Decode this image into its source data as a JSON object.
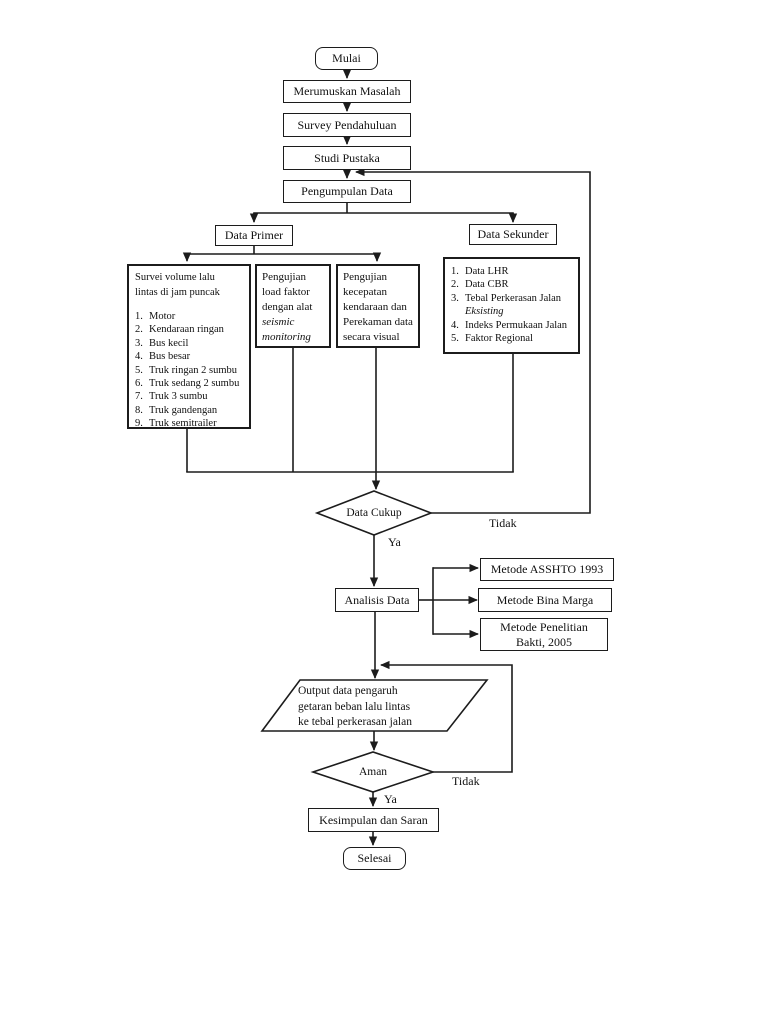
{
  "page": {
    "background": "#ffffff",
    "line_color": "#1c1c1c"
  },
  "nodes": {
    "start": {
      "label": "Mulai"
    },
    "merumuskan": {
      "label": "Merumuskan Masalah"
    },
    "survey": {
      "label": "Survey Pendahuluan"
    },
    "studi": {
      "label": "Studi Pustaka"
    },
    "pengumpulan": {
      "label": "Pengumpulan Data"
    },
    "data_primer": {
      "label": "Data Primer"
    },
    "data_sekunder": {
      "label": "Data Sekunder"
    },
    "survei_box": {
      "title": "Survei volume lalu\nlintas di jam puncak",
      "items": [
        {
          "num": "1.",
          "text": "Motor"
        },
        {
          "num": "2.",
          "text": "Kendaraan ringan"
        },
        {
          "num": "3.",
          "text": "Bus kecil"
        },
        {
          "num": "4.",
          "text": "Bus besar"
        },
        {
          "num": "5.",
          "text": "Truk ringan 2 sumbu"
        },
        {
          "num": "6.",
          "text": "Truk sedang 2 sumbu"
        },
        {
          "num": "7.",
          "text": "Truk 3 sumbu"
        },
        {
          "num": "8.",
          "text": "Truk gandengan"
        },
        {
          "num": "9.",
          "text": "Truk semitrailer"
        }
      ]
    },
    "load_faktor_box": {
      "text": "Pengujian\nload faktor\ndengan alat",
      "italic": "seismic\nmonitoring"
    },
    "kecepatan_box": {
      "text": "Pengujian\nkecepatan\nkendaraan dan\nPerekaman data\nsecara visual"
    },
    "sekunder_box": {
      "items": [
        {
          "num": "1.",
          "text": "Data LHR"
        },
        {
          "num": "2.",
          "text": "Data CBR"
        },
        {
          "num": "3.",
          "text": "Tebal Perkerasan Jalan",
          "italic": "Eksisting"
        },
        {
          "num": "4.",
          "text": "Indeks Permukaan Jalan"
        },
        {
          "num": "5.",
          "text": "Faktor Regional"
        }
      ]
    },
    "decision_data_cukup": {
      "label": "Data Cukup"
    },
    "analisis": {
      "label": "Analisis Data"
    },
    "metode_asshto": {
      "label": "Metode ASSHTO 1993"
    },
    "metode_bina_marga": {
      "label": "Metode Bina Marga"
    },
    "metode_penelitian": {
      "label": "Metode Penelitian\nBakti, 2005"
    },
    "output": {
      "text": "Output data pengaruh\ngetaran beban lalu lintas\nke tebal perkerasan jalan"
    },
    "decision_aman": {
      "label": "Aman"
    },
    "kesimpulan": {
      "label": "Kesimpulan dan Saran"
    },
    "end": {
      "label": "Selesai"
    }
  },
  "edge_labels": {
    "tidak_data_cukup": "Tidak",
    "ya_data_cukup": "Ya",
    "tidak_aman": "Tidak",
    "ya_aman": "Ya"
  }
}
